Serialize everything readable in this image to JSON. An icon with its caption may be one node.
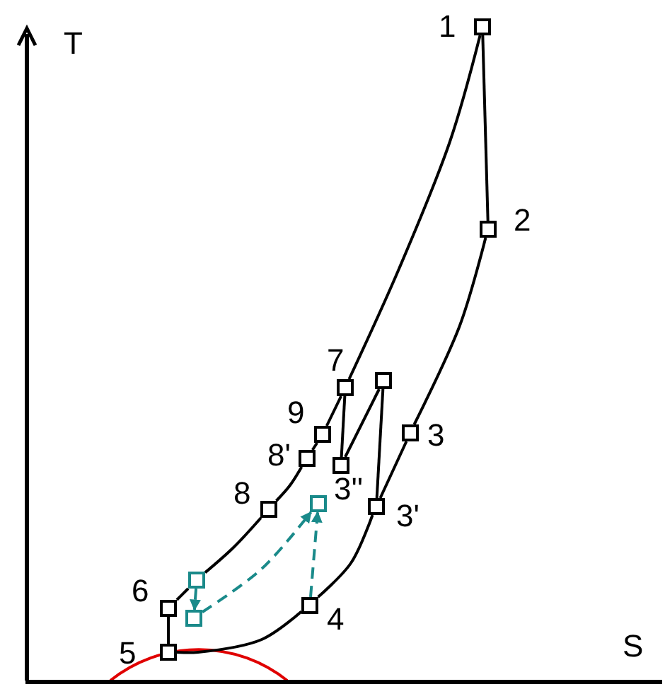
{
  "diagram": {
    "nodes": [
      {
        "text": [],
        "shape": "box",
        "beside": [
          "1"
        ]
      },
      {
        "text": [],
        "shape": "box",
        "beside": [
          "2"
        ]
      },
      {
        "text": [],
        "shape": "box",
        "beside": [
          "3"
        ]
      },
      {
        "text": [],
        "shape": "box",
        "beside": [
          "3'"
        ]
      },
      {
        "text": [],
        "shape": "box",
        "beside": [
          "3''"
        ]
      },
      {
        "text": [],
        "shape": "box",
        "beside": [
          "4"
        ]
      },
      {
        "text": [],
        "shape": "box",
        "beside": [
          "5"
        ]
      },
      {
        "text": [],
        "shape": "box",
        "beside": [
          "6"
        ]
      },
      {
        "text": [],
        "shape": "box",
        "beside": [
          "7"
        ]
      },
      {
        "text": [],
        "shape": "box",
        "beside": [
          "8"
        ]
      },
      {
        "text": [],
        "shape": "box",
        "beside": [
          "8'"
        ]
      },
      {
        "text": [],
        "shape": "box",
        "beside": [
          "9"
        ]
      },
      {
        "text": [],
        "shape": "box"
      },
      {
        "text": [],
        "shape": "box"
      },
      {
        "text": [],
        "shape": "box"
      },
      {
        "text": [],
        "shape": "box"
      }
    ],
    "edges": [
      {
        "from": 0,
        "to": 1,
        "arrow": "none"
      },
      {
        "from": 1,
        "to": 2,
        "arrow": "none"
      },
      {
        "from": 2,
        "to": 3,
        "arrow": "none"
      },
      {
        "from": 3,
        "to": 5,
        "arrow": "none"
      },
      {
        "from": 5,
        "to": 6,
        "arrow": "none"
      },
      {
        "from": 6,
        "to": 7,
        "arrow": "none"
      },
      {
        "from": 7,
        "to": 13,
        "arrow": "none"
      },
      {
        "from": 13,
        "to": 9,
        "arrow": "none"
      },
      {
        "from": 9,
        "to": 10,
        "arrow": "none"
      },
      {
        "from": 10,
        "to": 11,
        "arrow": "none"
      },
      {
        "from": 11,
        "to": 8,
        "arrow": "none"
      },
      {
        "from": 8,
        "to": 0,
        "arrow": "none"
      },
      {
        "from": 8,
        "to": 4,
        "arrow": "none"
      },
      {
        "from": 4,
        "to": 12,
        "arrow": "none"
      },
      {
        "from": 12,
        "to": 3,
        "arrow": "none"
      },
      {
        "from": 13,
        "to": 14,
        "arrow": "to",
        "style": "dashed",
        "color": "#1a8a8a"
      },
      {
        "from": 14,
        "to": 15,
        "arrow": "to",
        "style": "dashed",
        "color": "#1a8a8a"
      },
      {
        "from": 5,
        "to": 15,
        "arrow": "to",
        "style": "dashed",
        "color": "#1a8a8a"
      }
    ],
    "labels": [
      "T",
      "S"
    ]
  }
}
